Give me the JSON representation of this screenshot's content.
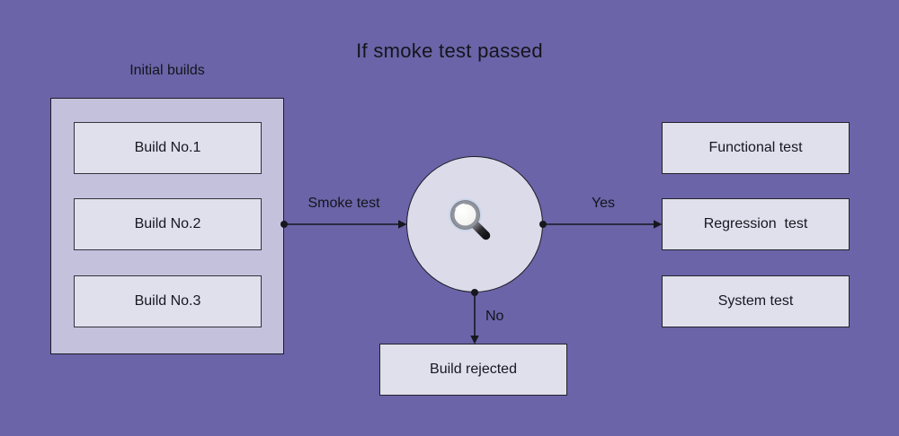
{
  "title": "If smoke test passed",
  "group": {
    "label": "Initial builds",
    "items": [
      {
        "label": "Build No.1"
      },
      {
        "label": "Build No.2"
      },
      {
        "label": "Build No.3"
      }
    ]
  },
  "decision": {
    "icon": "magnifying-glass-icon"
  },
  "edges": {
    "smoke": {
      "label": "Smoke test"
    },
    "yes": {
      "label": "Yes"
    },
    "no": {
      "label": "No"
    }
  },
  "results": {
    "functional": {
      "label": "Functional test"
    },
    "regression": {
      "label": "Regression  test"
    },
    "system": {
      "label": "System test"
    },
    "rejected": {
      "label": "Build rejected"
    }
  },
  "colors": {
    "background": "#6b64a8",
    "group_fill": "#c4c1dd",
    "node_fill": "#e0dfec",
    "stroke": "#1c1c26",
    "text": "#14141c"
  }
}
